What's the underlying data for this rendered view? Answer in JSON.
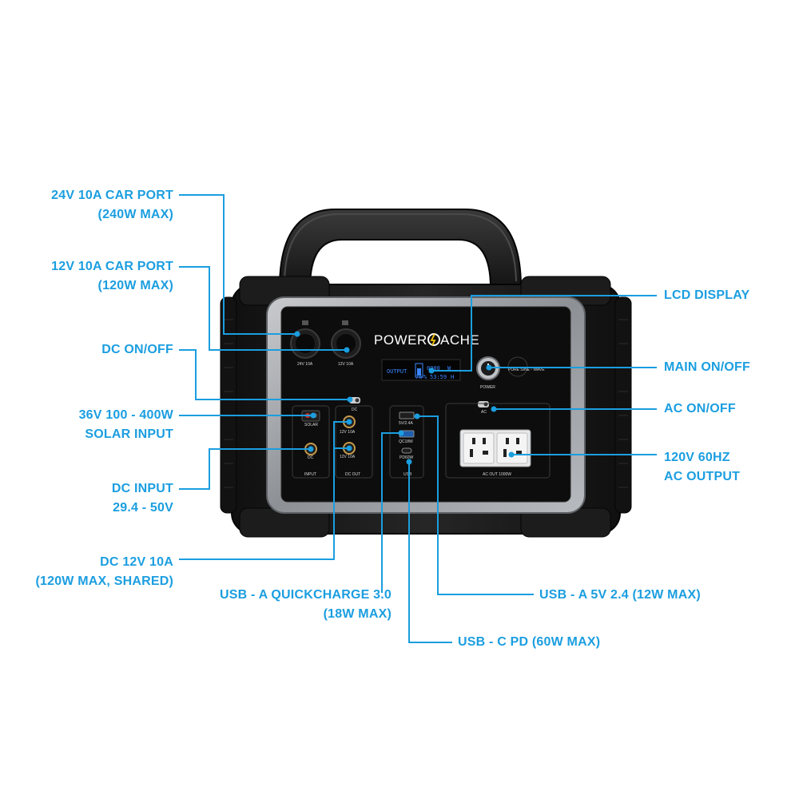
{
  "brand": {
    "name_left": "POWER",
    "name_right": "ACHE"
  },
  "device_labels": {
    "car_port_24": "24V 10A",
    "car_port_12": "12V 10A",
    "dc_switch": "DC",
    "solar": "SOLAR",
    "dc_in": "DC",
    "input_group": "INPUT",
    "dc_out_1": "12V 10A",
    "dc_out_2": "12V 10A",
    "dc_out_group": "DC OUT",
    "usb_a": "5V/2.4A",
    "usb_qc": "QC18W",
    "usb_c": "PD60W",
    "usb_group": "USB",
    "ac_switch": "AC",
    "ac_group": "AC OUT 1000W",
    "power": "POWER",
    "sine": "PURE SINE - WAVE",
    "lcd_output": "OUTPUT",
    "lcd_watts": "0000",
    "lcd_watt_unit": "W",
    "lcd_percent": "76",
    "lcd_percent_unit": "%",
    "lcd_time": "53:59",
    "lcd_time_unit": "H"
  },
  "callouts": {
    "car24": [
      "24V 10A CAR PORT",
      "(240W MAX)"
    ],
    "car12": [
      "12V 10A CAR PORT",
      "(120W MAX)"
    ],
    "dc_onoff": [
      "DC ON/OFF"
    ],
    "solar": [
      "36V 100 - 400W",
      "SOLAR INPUT"
    ],
    "dc_input": [
      "DC INPUT",
      "29.4 - 50V"
    ],
    "dc_out": [
      "DC 12V 10A",
      "(120W MAX, SHARED)"
    ],
    "usb_qc": [
      "USB - A QUICKCHARGE 3.0",
      "(18W MAX)"
    ],
    "usb_c": [
      "USB - C PD (60W MAX)"
    ],
    "usb_a": [
      "USB - A 5V 2.4 (12W MAX)"
    ],
    "lcd": [
      "LCD DISPLAY"
    ],
    "main_onoff": [
      "MAIN ON/OFF"
    ],
    "ac_onoff": [
      "AC ON/OFF"
    ],
    "ac_output": [
      "120V 60HZ",
      "AC OUTPUT"
    ]
  },
  "colors": {
    "callout": "#1b9ee0",
    "body": "#1a1a1a",
    "frame": "#9ea1a5",
    "panel": "#0d0d0d"
  }
}
